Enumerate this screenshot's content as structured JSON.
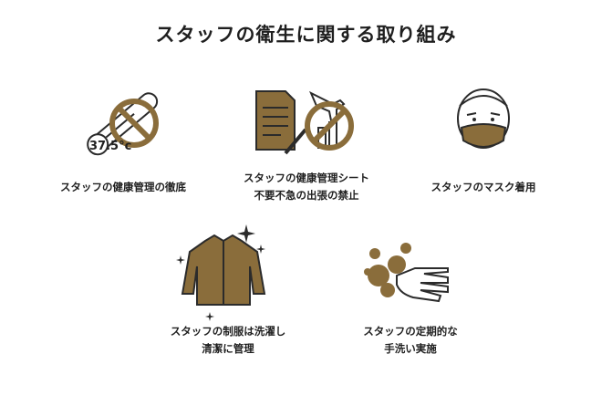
{
  "title": "スタッフの衛生に関する取り組み",
  "colors": {
    "accent": "#8a6d3b",
    "stroke": "#2b2b2b",
    "background": "#ffffff"
  },
  "items": [
    {
      "icon": "thermometer-prohibited-icon",
      "temp_label": "37.5°c",
      "caption_lines": [
        "スタッフの健康管理の徹底"
      ]
    },
    {
      "icon": "document-travel-prohibited-icon",
      "caption_lines": [
        "スタッフの健康管理シート",
        "不要不急の出張の禁止"
      ]
    },
    {
      "icon": "masked-person-icon",
      "caption_lines": [
        "スタッフのマスク着用"
      ]
    },
    {
      "icon": "clean-uniform-jacket-icon",
      "caption_lines": [
        "スタッフの制服は洗濯し",
        "清潔に管理"
      ]
    },
    {
      "icon": "handwashing-icon",
      "caption_lines": [
        "スタッフの定期的な",
        "手洗い実施"
      ]
    }
  ]
}
